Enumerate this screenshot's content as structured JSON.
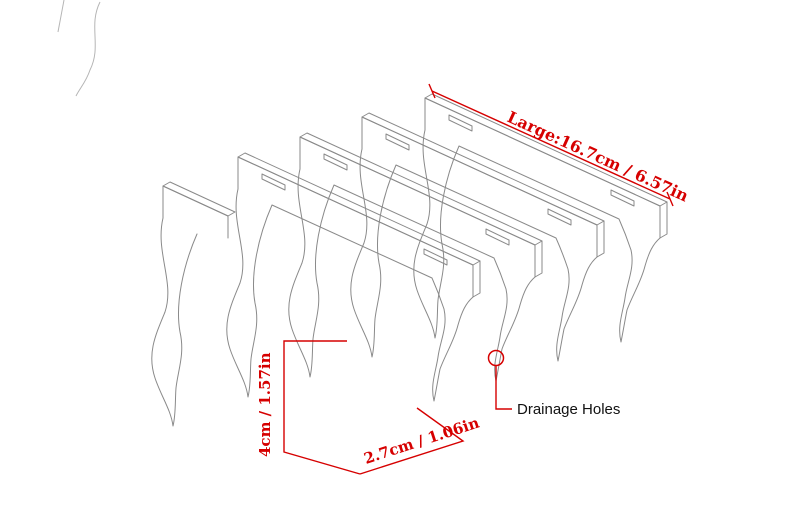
{
  "diagram": {
    "title": "divider-slats-dimension-diagram",
    "slat_count": 5,
    "annotations": {
      "length_label": "Large:16.7cm / 6.57in",
      "height_label": "4cm / 1.57in",
      "spacing_label": "2.7cm / 1.06in",
      "drainage_label": "Drainage Holes"
    },
    "colors": {
      "background": "#ffffff",
      "annotation": "#d60000",
      "sketch_line": "#8a8a8a",
      "label_text": "#111111"
    }
  }
}
